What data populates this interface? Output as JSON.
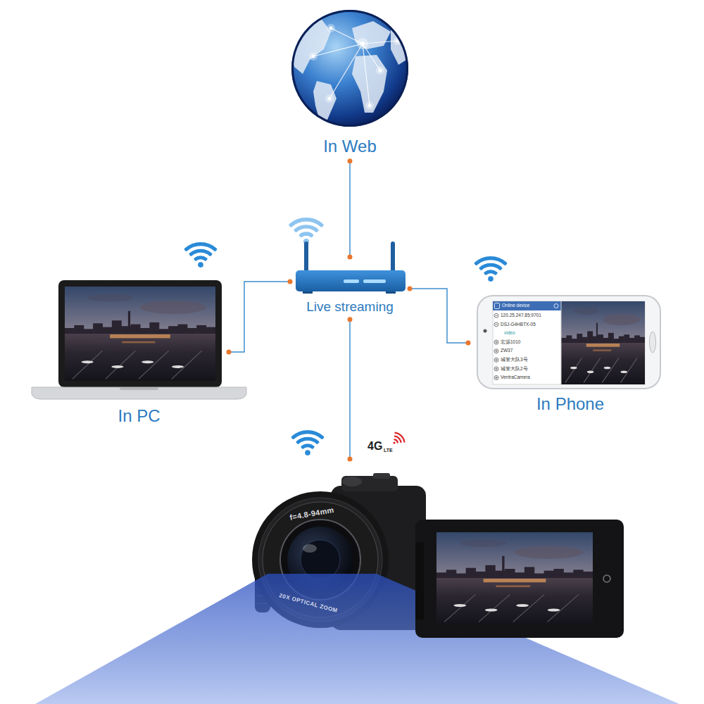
{
  "diagram": {
    "nodes": [
      {
        "text": [
          "In Web"
        ]
      },
      {
        "text": [
          "Live streaming"
        ]
      },
      {
        "text": [
          "In PC"
        ]
      },
      {
        "text": [
          "In Phone"
        ]
      },
      {
        "text": [
          "f=4.8-94mm",
          "20X OPTICAL ZOOM"
        ]
      }
    ],
    "edges": [
      {
        "from": 1,
        "to": 0,
        "arrow": "none"
      },
      {
        "from": 1,
        "to": 2,
        "arrow": "none"
      },
      {
        "from": 1,
        "to": 3,
        "arrow": "none"
      },
      {
        "from": 1,
        "to": 4,
        "arrow": "none"
      }
    ],
    "labels": [
      "Online device",
      "120.25.247.85:9701",
      "DSJ-G4HBTX-05",
      "video",
      "宏源1010",
      "ZW37",
      "城管大队3号",
      "城管大队2号",
      "VentraCamera",
      "4G",
      "LTE"
    ]
  }
}
